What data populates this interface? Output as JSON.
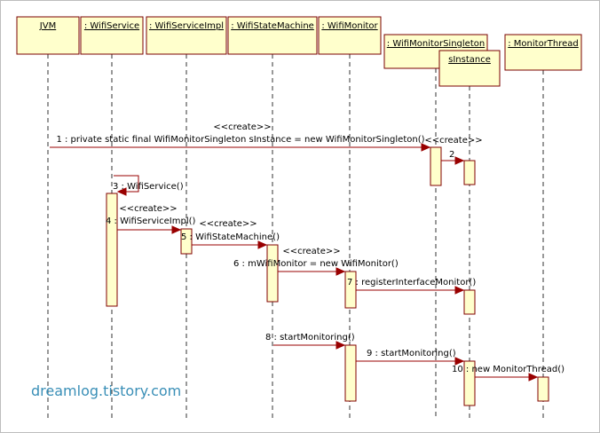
{
  "colors": {
    "box_fill": "#ffffcc",
    "box_stroke": "#7a0000",
    "activation_stroke": "#800000",
    "arrow": "#990000",
    "lifeline": "#333333",
    "text": "#000000",
    "watermark": "#3a8fb7"
  },
  "participants": [
    {
      "id": "jvm",
      "label": "JVM"
    },
    {
      "id": "wifiservice",
      "label": ": WifiService"
    },
    {
      "id": "wifiserviceimpl",
      "label": ": WifiServiceImpl"
    },
    {
      "id": "wifistatemachine",
      "label": ": WifiStateMachine"
    },
    {
      "id": "wifimonitor",
      "label": ": WifiMonitor"
    },
    {
      "id": "wifimonitorsingleton",
      "label": ": WifiMonitorSingleton"
    },
    {
      "id": "sinstance",
      "label": "sInstance"
    },
    {
      "id": "monitorthread",
      "label": ": MonitorThread"
    }
  ],
  "messages": [
    {
      "id": "m1",
      "label": "1 : private static final WifiMonitorSingleton sInstance = new WifiMonitorSingleton()",
      "stereotype": "<<create>>"
    },
    {
      "id": "m2",
      "label": "2",
      "stereotype": "<<create>>"
    },
    {
      "id": "m3",
      "label": "3 : WifiService()",
      "stereotype": ""
    },
    {
      "id": "m4",
      "label": "4 : WifiServiceImpl()",
      "stereotype": "<<create>>"
    },
    {
      "id": "m5",
      "label": "5 : WifiStateMachine()",
      "stereotype": "<<create>>"
    },
    {
      "id": "m6",
      "label": "6 : mWifiMonitor = new WifiMonitor()",
      "stereotype": "<<create>>"
    },
    {
      "id": "m7",
      "label": "7 : registerInterfaceMonitor()",
      "stereotype": ""
    },
    {
      "id": "m8",
      "label": "8 : startMonitoring()",
      "stereotype": ""
    },
    {
      "id": "m9",
      "label": "9 : startMonitoring()",
      "stereotype": ""
    },
    {
      "id": "m10",
      "label": "10 : new MonitorThread()",
      "stereotype": ""
    }
  ],
  "watermark": "dreamlog.tistory.com"
}
